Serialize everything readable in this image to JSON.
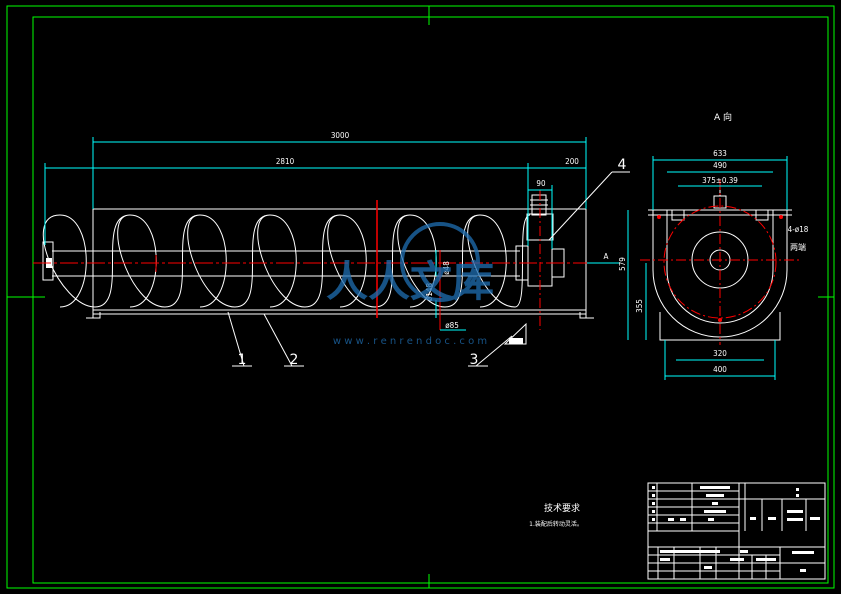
{
  "view": {
    "title": "A 向"
  },
  "dimensions": {
    "d3000": "3000",
    "d2810": "2810",
    "d200": "200",
    "d90": "90",
    "d633": "633",
    "d490": "490",
    "d375": "375±0.39",
    "d579": "579",
    "d355": "355",
    "d320": "320",
    "d400": "400",
    "shaft": "ø48",
    "len": "ø148",
    "small": "ø85"
  },
  "balloons": [
    "1",
    "2",
    "3",
    "4"
  ],
  "section_marker": "A",
  "side_notes": {
    "holes": "4-ø18",
    "wall": "两端"
  },
  "notes": {
    "heading": "技术要求",
    "line1": "1.装配后转动灵活。"
  },
  "watermark": {
    "brand": "人人文库",
    "url": "w w w . r e n r e n d o c . c o m"
  },
  "colors": {
    "frame": "#00ff00",
    "dim": "#00ffff",
    "part": "#ffffff",
    "center": "#ff0000",
    "watermark": "#1f6fb3"
  }
}
